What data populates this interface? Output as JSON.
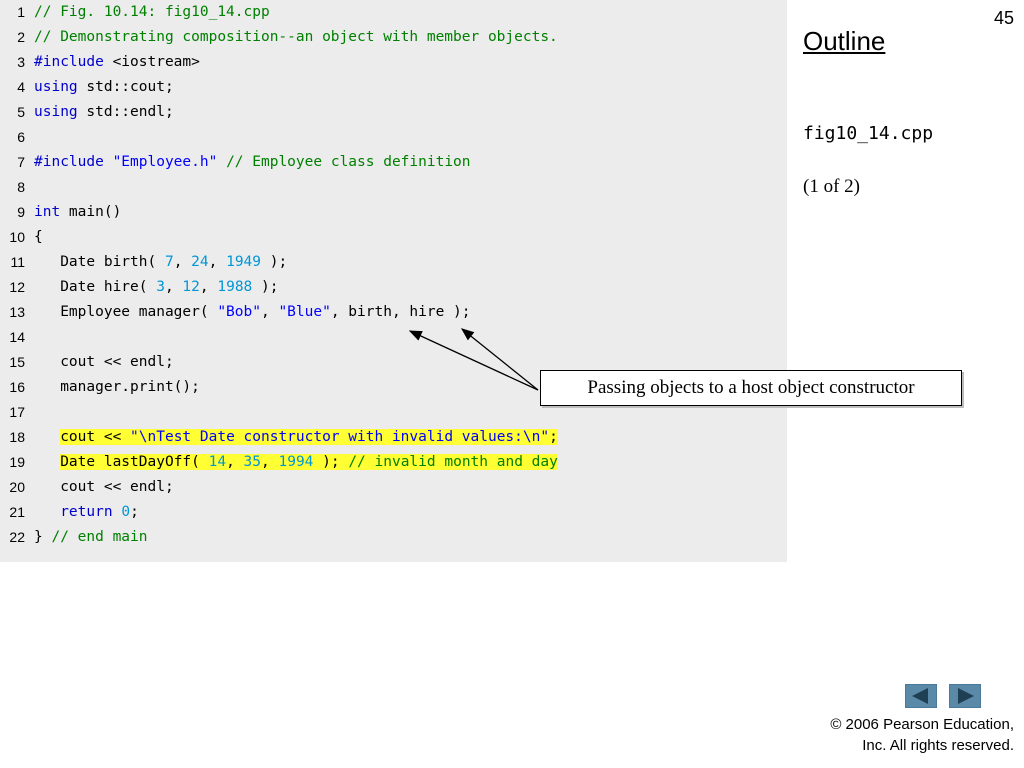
{
  "slide": {
    "page_number": "45",
    "outline_label": "Outline",
    "file_name": "fig10_14.cpp",
    "part_label": "(1 of 2)",
    "callout_text": "Passing objects to a host object constructor",
    "copyright_line1": "© 2006 Pearson Education,",
    "copyright_line2": "Inc.  All rights reserved."
  },
  "nav": {
    "prev_icon": "arrow-left-icon",
    "next_icon": "arrow-right-icon"
  },
  "colors": {
    "comment": "#008000",
    "keyword": "#0000cc",
    "string": "#0000ff",
    "number": "#0096d6",
    "highlight": "#ffff33",
    "panel": "#ececec",
    "nav_button": "#5a8aa8"
  },
  "code_lines": [
    {
      "n": "1",
      "highlight": false,
      "tokens": [
        [
          "c",
          "// Fig. 10.14: fig10_14.cpp"
        ]
      ]
    },
    {
      "n": "2",
      "highlight": false,
      "tokens": [
        [
          "c",
          "// Demonstrating composition--an object with member objects."
        ]
      ]
    },
    {
      "n": "3",
      "highlight": false,
      "tokens": [
        [
          "k",
          "#include"
        ],
        [
          "p",
          " <iostream>"
        ]
      ]
    },
    {
      "n": "4",
      "highlight": false,
      "tokens": [
        [
          "k",
          "using"
        ],
        [
          "p",
          " std::cout;"
        ]
      ]
    },
    {
      "n": "5",
      "highlight": false,
      "tokens": [
        [
          "k",
          "using"
        ],
        [
          "p",
          " std::endl;"
        ]
      ]
    },
    {
      "n": "6",
      "highlight": false,
      "tokens": []
    },
    {
      "n": "7",
      "highlight": false,
      "tokens": [
        [
          "k",
          "#include"
        ],
        [
          "p",
          " "
        ],
        [
          "s",
          "\"Employee.h\""
        ],
        [
          "p",
          " "
        ],
        [
          "c",
          "// Employee class definition"
        ]
      ]
    },
    {
      "n": "8",
      "highlight": false,
      "tokens": []
    },
    {
      "n": "9",
      "highlight": false,
      "tokens": [
        [
          "k",
          "int"
        ],
        [
          "p",
          " main()"
        ]
      ]
    },
    {
      "n": "10",
      "highlight": false,
      "tokens": [
        [
          "p",
          "{"
        ]
      ]
    },
    {
      "n": "11",
      "highlight": false,
      "tokens": [
        [
          "p",
          "   Date birth( "
        ],
        [
          "n",
          "7"
        ],
        [
          "p",
          ", "
        ],
        [
          "n",
          "24"
        ],
        [
          "p",
          ", "
        ],
        [
          "n",
          "1949"
        ],
        [
          "p",
          " );"
        ]
      ]
    },
    {
      "n": "12",
      "highlight": false,
      "tokens": [
        [
          "p",
          "   Date hire( "
        ],
        [
          "n",
          "3"
        ],
        [
          "p",
          ", "
        ],
        [
          "n",
          "12"
        ],
        [
          "p",
          ", "
        ],
        [
          "n",
          "1988"
        ],
        [
          "p",
          " );"
        ]
      ]
    },
    {
      "n": "13",
      "highlight": false,
      "tokens": [
        [
          "p",
          "   Employee manager( "
        ],
        [
          "s",
          "\"Bob\""
        ],
        [
          "p",
          ", "
        ],
        [
          "s",
          "\"Blue\""
        ],
        [
          "p",
          ", birth, hire );"
        ]
      ]
    },
    {
      "n": "14",
      "highlight": false,
      "tokens": []
    },
    {
      "n": "15",
      "highlight": false,
      "tokens": [
        [
          "p",
          "   cout << endl;"
        ]
      ]
    },
    {
      "n": "16",
      "highlight": false,
      "tokens": [
        [
          "p",
          "   manager.print();"
        ]
      ]
    },
    {
      "n": "17",
      "highlight": false,
      "tokens": []
    },
    {
      "n": "18",
      "highlight": true,
      "tokens": [
        [
          "p",
          "   "
        ],
        [
          "h",
          "cout << "
        ],
        [
          "hs",
          "\"\\nTest Date constructor with invalid values:\\n\""
        ],
        [
          "h",
          ";"
        ]
      ]
    },
    {
      "n": "19",
      "highlight": true,
      "tokens": [
        [
          "p",
          "   "
        ],
        [
          "h",
          "Date lastDayOff( "
        ],
        [
          "hn",
          "14"
        ],
        [
          "h",
          ", "
        ],
        [
          "hn",
          "35"
        ],
        [
          "h",
          ", "
        ],
        [
          "hn",
          "1994"
        ],
        [
          "h",
          " ); "
        ],
        [
          "hc",
          "// invalid month and day"
        ]
      ]
    },
    {
      "n": "20",
      "highlight": false,
      "tokens": [
        [
          "p",
          "   cout << endl;"
        ]
      ]
    },
    {
      "n": "21",
      "highlight": false,
      "tokens": [
        [
          "p",
          "   "
        ],
        [
          "k",
          "return"
        ],
        [
          "p",
          " "
        ],
        [
          "n",
          "0"
        ],
        [
          "p",
          ";"
        ]
      ]
    },
    {
      "n": "22",
      "highlight": false,
      "tokens": [
        [
          "p",
          "} "
        ],
        [
          "c",
          "// end main"
        ]
      ]
    }
  ]
}
